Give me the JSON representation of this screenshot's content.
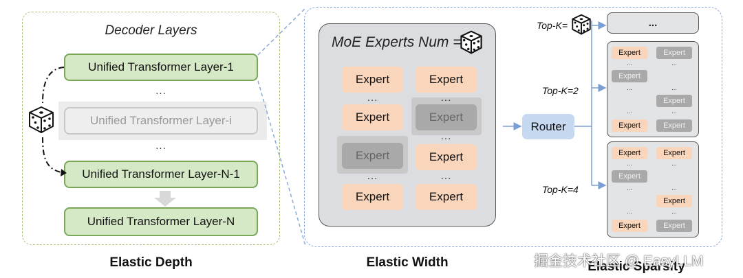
{
  "depth": {
    "header": "Decoder Layers",
    "layers": [
      "Unified  Transformer Layer-1",
      "Unified  Transformer Layer-i",
      "Unified  Transformer Layer-N-1",
      "Unified  Transformer Layer-N"
    ],
    "ellipsis": "...",
    "title": "Elastic Depth"
  },
  "width": {
    "header": "MoE Experts Num =",
    "expert_label": "Expert",
    "ellipsis": "...",
    "title": "Elastic Width"
  },
  "sparsity": {
    "router": "Router",
    "topk_dice": "Top-K=",
    "topk_2": "Top-K=2",
    "topk_4": "Top-K=4",
    "top_box": "...",
    "expert_label": "Expert",
    "ellipsis": "...",
    "title": "Elastic Sparsity"
  },
  "watermark": "掘金技术社区 @ EasyLLM",
  "colors": {
    "layer_green": "#d6e9c6",
    "expert_orange": "#f9d5bb",
    "router_blue": "#c6d9f1",
    "disabled_gray": "#a9a9a9"
  }
}
